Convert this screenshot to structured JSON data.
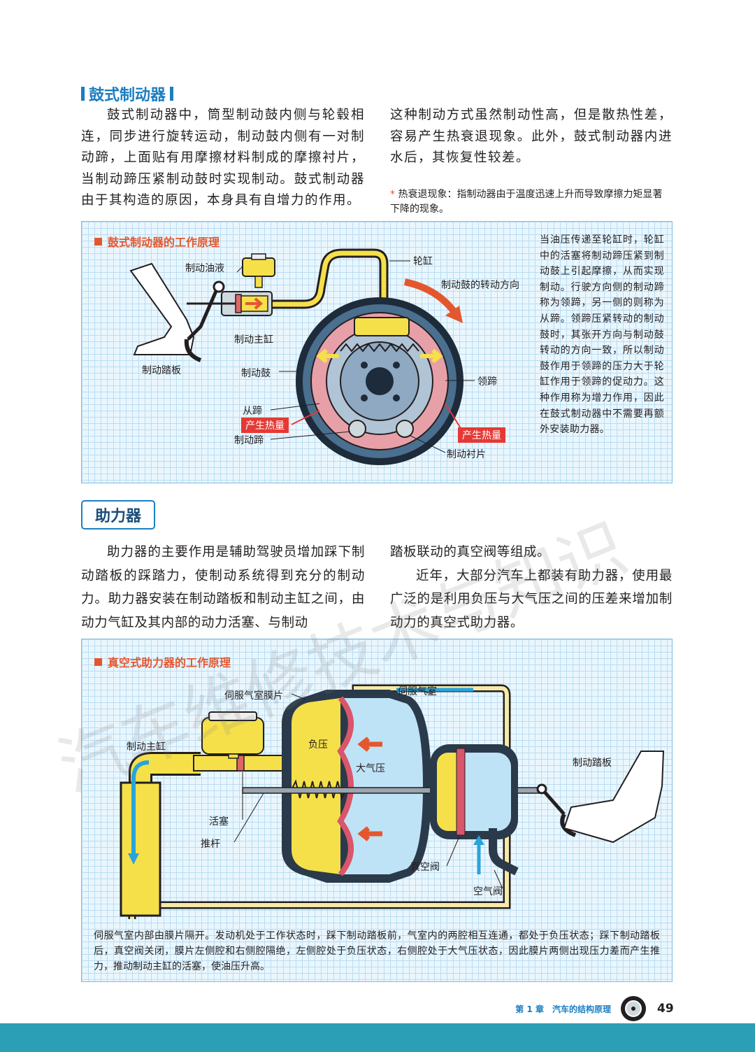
{
  "drum_section": {
    "title": "鼓式制动器",
    "para_left": "鼓式制动器中，筒型制动鼓内侧与轮毂相连，同步进行旋转运动，制动鼓内侧有一对制动蹄，上面贴有用摩擦材料制成的摩擦衬片，当制动蹄压紧制动鼓时实现制动。鼓式制动器由于其构造的原因，本身具有自增力的作用。",
    "para_right": "这种制动方式虽然制动性高，但是散热性差，容易产生热衰退现象。此外，鼓式制动器内进水后，其恢复性较差。",
    "note_star": "*",
    "note": "热衰退现象：指制动器由于温度迅速上升而导致摩擦力矩显著下降的现象。"
  },
  "drum_figure": {
    "title": "鼓式制动器的工作原理",
    "labels": {
      "fluid": "制动油液",
      "master": "制动主缸",
      "pedal": "制动踏板",
      "wheel_cyl": "轮缸",
      "rotation": "制动鼓的转动方向",
      "drum": "制动鼓",
      "leading": "领蹄",
      "trailing": "从蹄",
      "heat1": "产生热量",
      "heat2": "产生热量",
      "shoe": "制动蹄",
      "lining": "制动衬片"
    },
    "side_text": "当油压传递至轮缸时，轮缸中的活塞将制动蹄压紧到制动鼓上引起摩擦，从而实现制动。行驶方向侧的制动蹄称为领蹄，另一侧的则称为从蹄。领蹄压紧转动的制动鼓时，其张开方向与制动鼓转动的方向一致，所以制动鼓作用于领蹄的压力大于轮缸作用于领蹄的促动力。这种作用称为增力作用，因此在鼓式制动器中不需要再额外安装助力器。"
  },
  "booster_section": {
    "title": "助力器",
    "para_left": "助力器的主要作用是辅助驾驶员增加踩下制动踏板的踩踏力，使制动系统得到充分的制动力。助力器安装在制动踏板和制动主缸之间，由动力气缸及其内部的动力活塞、与制动",
    "para_right_1": "踏板联动的真空阀等组成。",
    "para_right_2": "近年，大部分汽车上都装有助力器，使用最广泛的是利用负压与大气压之间的压差来增加制动力的真空式助力器。"
  },
  "booster_figure": {
    "title": "真空式助力器的工作原理",
    "labels": {
      "diaphragm": "伺服气室膜片",
      "chamber": "伺服气室",
      "master": "制动主缸",
      "negative": "负压",
      "atmos": "大气压",
      "pedal": "制动踏板",
      "piston": "活塞",
      "rod": "推杆",
      "vacuum_valve": "真空阀",
      "air_valve": "空气阀"
    },
    "caption": "伺服气室内部由膜片隔开。发动机处于工作状态时，踩下制动踏板前，气室内的两腔相互连通，都处于负压状态；踩下制动踏板后，真空阀关闭，膜片左侧腔和右侧腔隔绝，左侧腔处于负压状态，右侧腔处于大气压状态，因此膜片两侧出现压力差而产生推力，推动制动主缸的活塞，使油压升高。"
  },
  "footer": {
    "chapter": "第 1 章　汽车的结构原理",
    "page": "49",
    "watermark": "汽车维修技术与知识"
  },
  "colors": {
    "accent_blue": "#1b7ec2",
    "accent_orange": "#e4572e",
    "heat_red": "#e53935",
    "band": "#2a9fb6"
  }
}
